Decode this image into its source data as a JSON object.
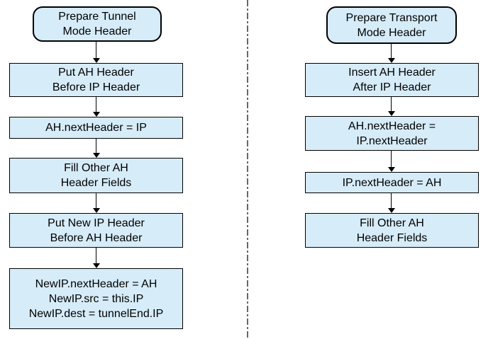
{
  "colors": {
    "background": "#ffffff",
    "box_fill": "#d6ecf8",
    "box_border": "#000000",
    "divider": "#676767"
  },
  "flows": [
    {
      "name": "tunnel-mode",
      "nodes": [
        {
          "shape": "rounded",
          "label": "Prepare Tunnel\nMode Header"
        },
        {
          "shape": "rect",
          "label": "Put AH Header\nBefore IP Header"
        },
        {
          "shape": "rect",
          "label": "AH.nextHeader = IP"
        },
        {
          "shape": "rect",
          "label": "Fill Other AH\nHeader Fields"
        },
        {
          "shape": "rect",
          "label": "Put New IP Header\nBefore AH Header"
        },
        {
          "shape": "rect",
          "label": "NewIP.nextHeader = AH\nNewIP.src = this.IP\nNewIP.dest = tunnelEnd.IP"
        }
      ]
    },
    {
      "name": "transport-mode",
      "nodes": [
        {
          "shape": "rounded",
          "label": "Prepare Transport\nMode Header"
        },
        {
          "shape": "rect",
          "label": "Insert AH Header\nAfter IP Header"
        },
        {
          "shape": "rect",
          "label": "AH.nextHeader =\nIP.nextHeader"
        },
        {
          "shape": "rect",
          "label": "IP.nextHeader = AH"
        },
        {
          "shape": "rect",
          "label": "Fill Other AH\nHeader Fields"
        }
      ]
    }
  ]
}
